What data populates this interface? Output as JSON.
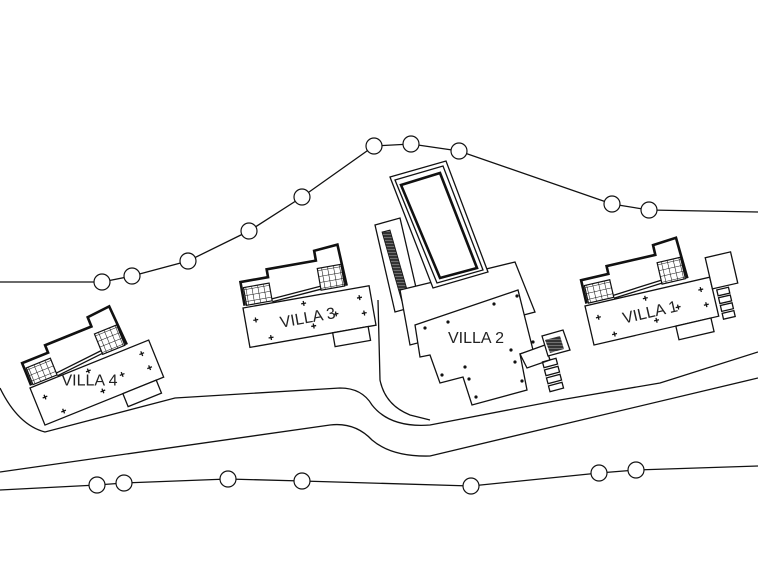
{
  "drawing": {
    "type": "site-plan",
    "line_color": "#111111",
    "background": "#ffffff",
    "villas": [
      {
        "id": "villa-1",
        "label": "VILLA 1"
      },
      {
        "id": "villa-2",
        "label": "VILLA 2"
      },
      {
        "id": "villa-3",
        "label": "VILLA 3"
      },
      {
        "id": "villa-4",
        "label": "VILLA 4"
      }
    ]
  }
}
